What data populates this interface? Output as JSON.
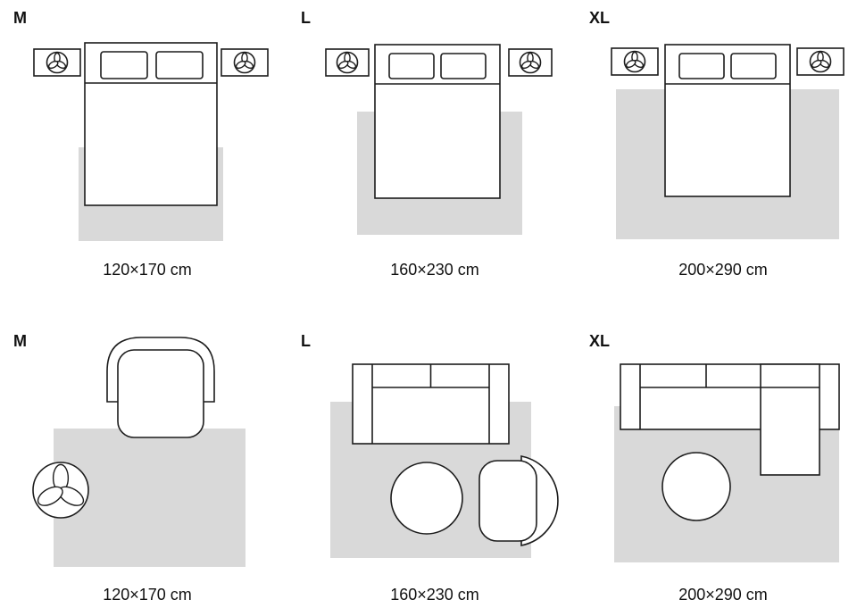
{
  "colors": {
    "rug": "#d9d9d9",
    "outline": "#1c1c1c",
    "background": "#ffffff",
    "text": "#111111"
  },
  "icons": {
    "plant": "plant-icon"
  },
  "rows": [
    {
      "name": "bedroom",
      "panels": [
        {
          "size_label": "M",
          "dimensions": "120×170 cm"
        },
        {
          "size_label": "L",
          "dimensions": "160×230 cm"
        },
        {
          "size_label": "XL",
          "dimensions": "200×290 cm"
        }
      ]
    },
    {
      "name": "living-room",
      "panels": [
        {
          "size_label": "M",
          "dimensions": "120×170 cm"
        },
        {
          "size_label": "L",
          "dimensions": "160×230 cm"
        },
        {
          "size_label": "XL",
          "dimensions": "200×290 cm"
        }
      ]
    }
  ]
}
